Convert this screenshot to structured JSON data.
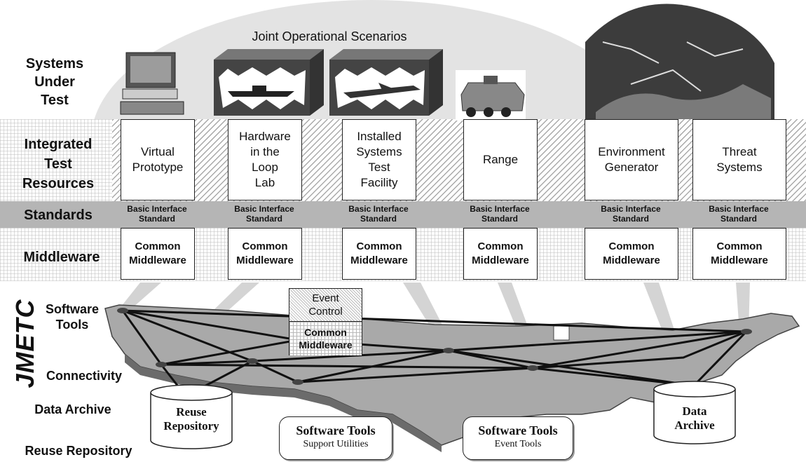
{
  "title": "Joint Operational Scenarios",
  "row_labels": {
    "systems_under_test": "Systems\nUnder\nTest",
    "integrated_test_resources": "Integrated\nTest\nResources",
    "standards": "Standards",
    "middleware": "Middleware",
    "software_tools": "Software\nTools",
    "connectivity": "Connectivity",
    "data_archive": "Data Archive",
    "reuse_repository": "Reuse Repository",
    "jmetc": "JMETC"
  },
  "resources": [
    {
      "name": "Virtual\nPrototype",
      "standard": "Basic Interface\nStandard",
      "middleware": "Common\nMiddleware"
    },
    {
      "name": "Hardware\nin the\nLoop\nLab",
      "standard": "Basic Interface\nStandard",
      "middleware": "Common\nMiddleware"
    },
    {
      "name": "Installed\nSystems\nTest\nFacility",
      "standard": "Basic Interface\nStandard",
      "middleware": "Common\nMiddleware"
    },
    {
      "name": "Range",
      "standard": "Basic Interface\nStandard",
      "middleware": "Common\nMiddleware"
    },
    {
      "name": "Environment\nGenerator",
      "standard": "Basic Interface\nStandard",
      "middleware": "Common\nMiddleware"
    },
    {
      "name": "Threat\nSystems",
      "standard": "Basic Interface\nStandard",
      "middleware": "Common\nMiddleware"
    }
  ],
  "event_control": {
    "label": "Event\nControl",
    "middleware": "Common\nMiddleware"
  },
  "reuse_repository_store": "Reuse\nRepository",
  "data_archive_store": "Data\nArchive",
  "tools": [
    {
      "title": "Software Tools",
      "subtitle": "Support Utilities"
    },
    {
      "title": "Software Tools",
      "subtitle": "Event Tools"
    }
  ]
}
